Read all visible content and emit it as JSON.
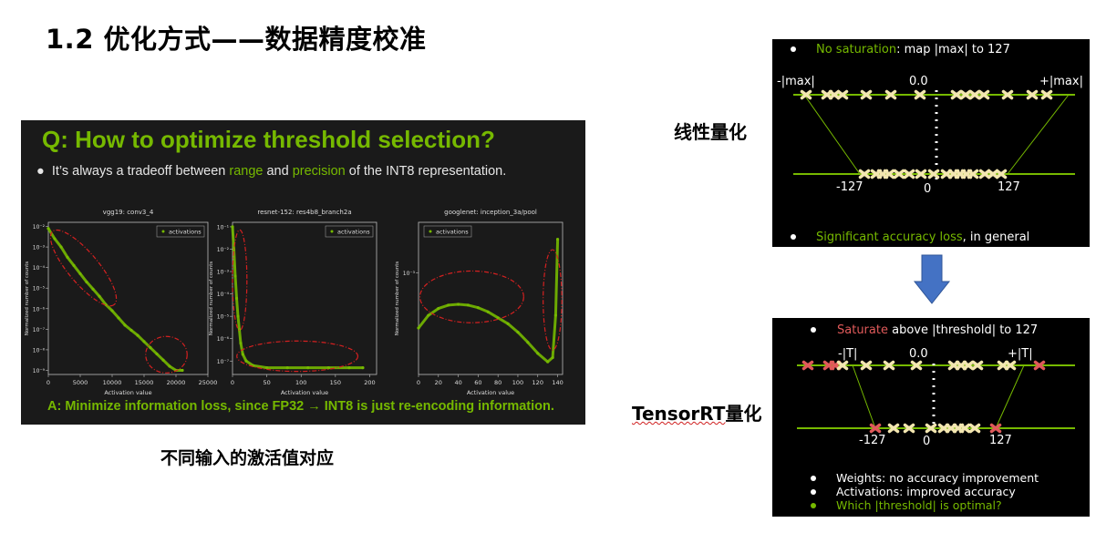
{
  "slide": {
    "title": "1.2 优化方式——数据精度校准",
    "caption": "不同输入的激活值对应",
    "label_linear": "线性量化",
    "label_tensorrt_a": "TensorRT",
    "label_tensorrt_b": "量化"
  },
  "nvidia_panel": {
    "question": "Q: How to optimize threshold selection?",
    "bullet_pre": "It’s always a tradeoff between ",
    "bullet_range": "range",
    "bullet_mid": " and ",
    "bullet_precision": "precision",
    "bullet_post": " of the INT8 representation.",
    "answer": "A: Minimize information loss, since FP32 → INT8 is just re-encoding information."
  },
  "colors": {
    "nvidia_green": "#76b900",
    "panel_bg": "#1a1a1a",
    "highlight_red": "#d42020",
    "saturate_red": "#e05a5a",
    "arrow_blue": "#4472c4"
  },
  "quant_top": {
    "line1_green": "No saturation",
    "line1_white": ": map |max| to 127",
    "neg_max": "-|max|",
    "zero_top": "0.0",
    "pos_max": "+|max|",
    "neg_127": "-127",
    "zero_bot": "0",
    "pos_127": "127",
    "line2_green": "Significant accuracy loss",
    "line2_white": ", in general"
  },
  "quant_bottom": {
    "line1_red": "Saturate",
    "line1_white": " above |threshold| to 127",
    "neg_t": "-|T|",
    "zero_top": "0.0",
    "pos_t": "+|T|",
    "neg_127": "-127",
    "zero_bot": "0",
    "pos_127": "127",
    "notes": [
      "Weights: no accuracy improvement",
      "Activations: improved accuracy",
      "Which |threshold| is optimal?"
    ]
  },
  "chart_data": [
    {
      "type": "scatter",
      "title": "vgg19: conv3_4",
      "xlabel": "Activation value",
      "ylabel": "Normalized number of counts",
      "legend": "activations",
      "xlim": [
        0,
        25000
      ],
      "xticks": [
        "0",
        "5000",
        "10000",
        "15000",
        "20000",
        "25000"
      ],
      "yscale": "log",
      "yticks": [
        "10⁻²",
        "10⁻³",
        "10⁻⁴",
        "10⁻⁵",
        "10⁻⁶",
        "10⁻⁷",
        "10⁻⁸",
        "10⁻⁹"
      ],
      "ytick_exps": [
        -2,
        -3,
        -4,
        -5,
        -6,
        -7,
        -8,
        -9
      ],
      "ylim_exp": [
        -9.2,
        -1.8
      ],
      "series": [
        {
          "x": [
            0,
            1000,
            2000,
            3000,
            4000,
            5000,
            6000,
            7000,
            8000,
            9000,
            10000,
            11000,
            12000,
            13000,
            14000,
            15000,
            16000,
            17000,
            18000,
            19000,
            20000,
            21000
          ],
          "y_exp": [
            -2.1,
            -2.6,
            -3.0,
            -3.5,
            -3.9,
            -4.3,
            -4.7,
            -5.05,
            -5.4,
            -5.8,
            -6.1,
            -6.45,
            -6.8,
            -7.05,
            -7.3,
            -7.6,
            -7.9,
            -8.2,
            -8.5,
            -8.8,
            -9.0,
            -9.0
          ]
        }
      ]
    },
    {
      "type": "scatter",
      "title": "resnet-152: res4b8_branch2a",
      "xlabel": "Activation value",
      "ylabel": "Normalized number of counts",
      "legend": "activations",
      "xlim": [
        0,
        210
      ],
      "xticks": [
        "0",
        "50",
        "100",
        "150",
        "200"
      ],
      "yscale": "log",
      "yticks": [
        "10⁻¹",
        "10⁻²",
        "10⁻³",
        "10⁻⁴",
        "10⁻⁵",
        "10⁻⁶",
        "10⁻⁷"
      ],
      "ytick_exps": [
        -1,
        -2,
        -3,
        -4,
        -5,
        -6,
        -7
      ],
      "ylim_exp": [
        -7.6,
        -0.8
      ],
      "series": [
        {
          "x": [
            0,
            2,
            4,
            6,
            8,
            10,
            12,
            15,
            20,
            30,
            50,
            80,
            110,
            140,
            170,
            190
          ],
          "y_exp": [
            -1.0,
            -2.0,
            -3.2,
            -4.2,
            -5.0,
            -5.6,
            -6.2,
            -6.7,
            -7.0,
            -7.2,
            -7.3,
            -7.3,
            -7.3,
            -7.3,
            -7.3,
            -7.3
          ]
        }
      ]
    },
    {
      "type": "scatter",
      "title": "googlenet: inception_3a/pool",
      "xlabel": "Activation value",
      "ylabel": "Normalized number of counts",
      "legend": "activations",
      "xlim": [
        0,
        145
      ],
      "xticks": [
        "0",
        "20",
        "40",
        "60",
        "80",
        "100",
        "120",
        "140"
      ],
      "yscale": "log",
      "yticks": [
        "10⁻³"
      ],
      "ytick_exps": [
        -3
      ],
      "ylim_exp": [
        -4.2,
        -2.4
      ],
      "series": [
        {
          "x": [
            0,
            10,
            20,
            30,
            40,
            50,
            60,
            70,
            80,
            90,
            100,
            110,
            120,
            130,
            135,
            138,
            140
          ],
          "y_exp": [
            -3.65,
            -3.5,
            -3.42,
            -3.38,
            -3.37,
            -3.38,
            -3.41,
            -3.46,
            -3.53,
            -3.6,
            -3.7,
            -3.82,
            -3.95,
            -4.05,
            -4.0,
            -3.5,
            -2.6
          ]
        }
      ]
    }
  ]
}
